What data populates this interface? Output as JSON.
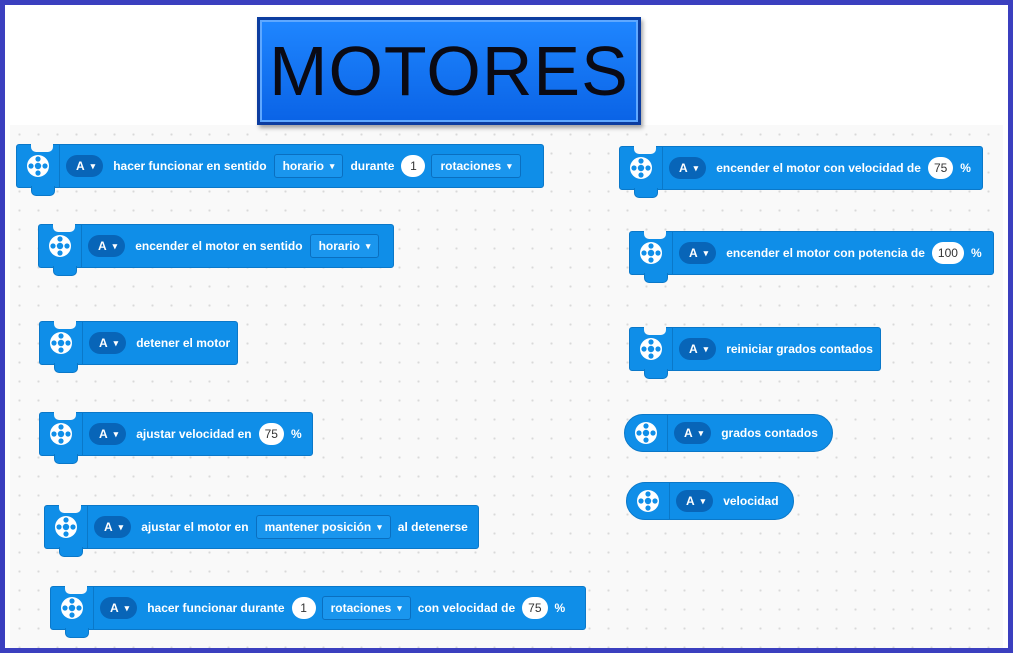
{
  "title": "MOTORES",
  "colors": {
    "block": "#0f8ee8",
    "port": "#0865b8",
    "title_bg": "#1a7cff"
  },
  "icon": "motor-icon",
  "caret": "▾",
  "blocks": [
    {
      "port": "A",
      "t1": "hacer funcionar  en sentido",
      "d1": "horario",
      "t2": "durante",
      "n1": "1",
      "d2": "rotaciones"
    },
    {
      "port": "A",
      "t1": "encender el motor  en sentido",
      "d1": "horario"
    },
    {
      "port": "A",
      "t1": "detener el motor"
    },
    {
      "port": "A",
      "t1": "ajustar velocidad en",
      "n1": "75",
      "t2": "%"
    },
    {
      "port": "A",
      "t1": "ajustar el motor en",
      "d1": "mantener posición",
      "t2": "al detenerse"
    },
    {
      "port": "A",
      "t1": "hacer funcionar durante",
      "n1": "1",
      "d1": "rotaciones",
      "t2": "con velocidad de",
      "n2": "75",
      "t3": "%"
    },
    {
      "port": "A",
      "t1": "encender el motor con velocidad de",
      "n1": "75",
      "t2": "%"
    },
    {
      "port": "A",
      "t1": "encender el motor con potencia de",
      "n1": "100",
      "t2": "%"
    },
    {
      "port": "A",
      "t1": "reiniciar grados contados"
    },
    {
      "port": "A",
      "t1": "grados contados"
    },
    {
      "port": "A",
      "t1": "velocidad"
    }
  ]
}
